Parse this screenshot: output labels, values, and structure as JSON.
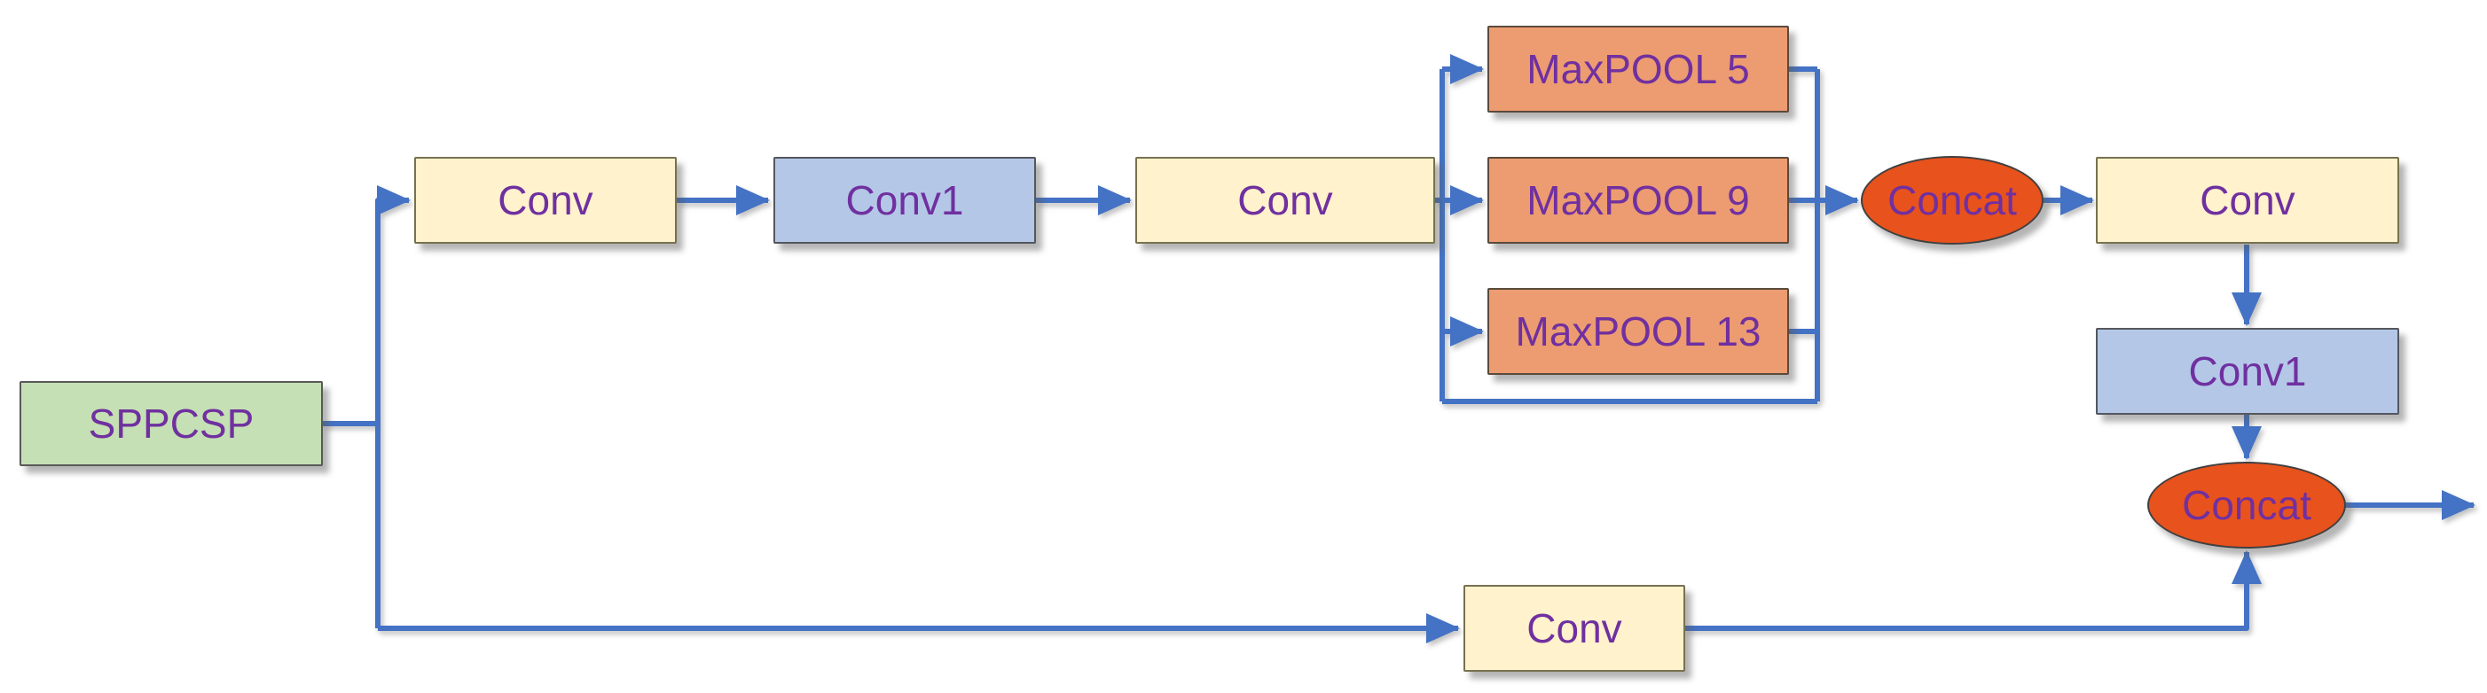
{
  "diagram": {
    "title": "SPPCSP module flowchart",
    "type": "flowchart",
    "colors": {
      "arrow": "#4472C4",
      "text": "#7030A0",
      "input_fill": "#C5E0B4",
      "conv_fill": "#FFF2CC",
      "conv1_fill": "#B4C7E7",
      "maxpool_fill": "#EC9C70",
      "concat_fill": "#E8521C"
    },
    "nodes": [
      {
        "id": "sppcsp",
        "label": "SPPCSP",
        "shape": "rect",
        "role": "input"
      },
      {
        "id": "conv-top-1",
        "label": "Conv",
        "shape": "rect",
        "role": "conv"
      },
      {
        "id": "conv1-top",
        "label": "Conv1",
        "shape": "rect",
        "role": "conv1"
      },
      {
        "id": "conv-top-2",
        "label": "Conv",
        "shape": "rect",
        "role": "conv"
      },
      {
        "id": "maxpool-5",
        "label": "MaxPOOL 5",
        "shape": "rect",
        "role": "maxpool"
      },
      {
        "id": "maxpool-9",
        "label": "MaxPOOL 9",
        "shape": "rect",
        "role": "maxpool"
      },
      {
        "id": "maxpool-13",
        "label": "MaxPOOL 13",
        "shape": "rect",
        "role": "maxpool"
      },
      {
        "id": "concat-1",
        "label": "Concat",
        "shape": "ellipse",
        "role": "concat"
      },
      {
        "id": "conv-right",
        "label": "Conv",
        "shape": "rect",
        "role": "conv"
      },
      {
        "id": "conv1-right",
        "label": "Conv1",
        "shape": "rect",
        "role": "conv1"
      },
      {
        "id": "concat-2",
        "label": "Concat",
        "shape": "ellipse",
        "role": "concat"
      },
      {
        "id": "conv-bottom",
        "label": "Conv",
        "shape": "rect",
        "role": "conv"
      }
    ],
    "edges": [
      {
        "from": "sppcsp",
        "to": "conv-top-1"
      },
      {
        "from": "sppcsp",
        "to": "conv-bottom"
      },
      {
        "from": "conv-top-1",
        "to": "conv1-top"
      },
      {
        "from": "conv1-top",
        "to": "conv-top-2"
      },
      {
        "from": "conv-top-2",
        "to": "maxpool-5"
      },
      {
        "from": "conv-top-2",
        "to": "maxpool-9"
      },
      {
        "from": "conv-top-2",
        "to": "maxpool-13"
      },
      {
        "from": "conv-top-2",
        "to": "concat-1",
        "via": "bypass-rail"
      },
      {
        "from": "maxpool-5",
        "to": "concat-1"
      },
      {
        "from": "maxpool-9",
        "to": "concat-1"
      },
      {
        "from": "maxpool-13",
        "to": "concat-1"
      },
      {
        "from": "concat-1",
        "to": "conv-right"
      },
      {
        "from": "conv-right",
        "to": "conv1-right"
      },
      {
        "from": "conv1-right",
        "to": "concat-2"
      },
      {
        "from": "conv-bottom",
        "to": "concat-2"
      },
      {
        "from": "concat-2",
        "to": "output"
      }
    ]
  }
}
